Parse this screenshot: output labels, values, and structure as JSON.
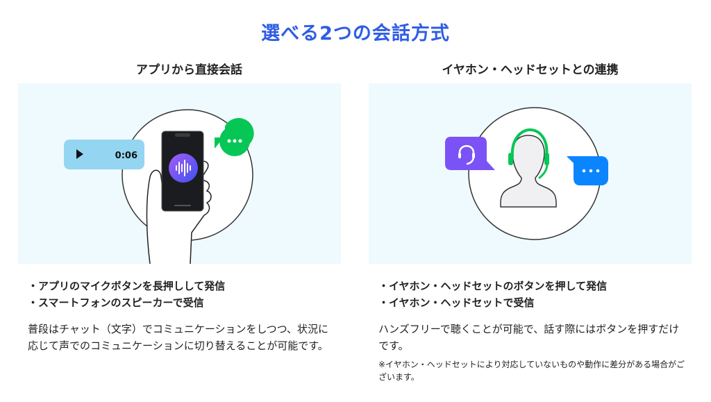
{
  "title": "選べる2つの会話方式",
  "left": {
    "heading": "アプリから直接会話",
    "voice_message_duration": "0:06",
    "bullets": [
      "・アプリのマイクボタンを長押しして発信",
      "・スマートフォンのスピーカーで受信"
    ],
    "description": "普段はチャット（文字）でコミュニケーションをしつつ、状況に応じて声でのコミュニケーションに切り替えることが可能です。"
  },
  "right": {
    "heading": "イヤホン・ヘッドセットとの連携",
    "bullets": [
      "・イヤホン・ヘッドセットのボタンを押して発信",
      "・イヤホン・ヘッドセットで受信"
    ],
    "description": "ハンズフリーで聴くことが可能で、話す際にはボタンを押すだけです。",
    "note": "※イヤホン・ヘッドセットにより対応していないものや動作に差分がある場合がございます。"
  },
  "colors": {
    "title": "#2e5ce6",
    "panel_bg": "#eefafd",
    "green": "#06c755",
    "purple": "#7b52f5",
    "blue": "#0a84ff",
    "voice_bubble": "#94d5f2"
  }
}
